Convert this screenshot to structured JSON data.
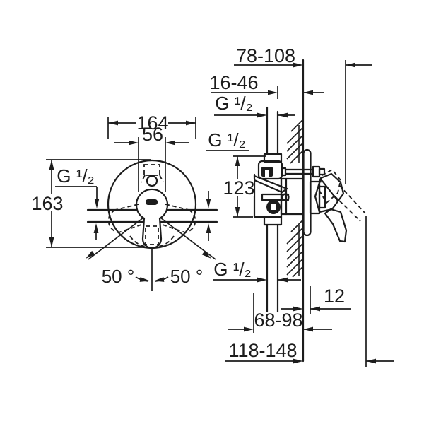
{
  "canvas": {
    "background": "#ffffff",
    "line_color": "#1c1c1c"
  },
  "front_view": {
    "width_label": "164",
    "cartridge_width_label": "56",
    "height_label": "163",
    "thread_label": "G ¹/₂",
    "swing_left_label": "50 °",
    "swing_right_label": "50 °"
  },
  "side_view": {
    "depth_range_label": "78-108",
    "recess_range_label": "16-46",
    "thread_top_label": "G ¹/₂",
    "thread_mid_label": "G ¹/₂",
    "thread_bottom_label": "G ¹/₂",
    "body_height_label": "123",
    "plate_offset_label": "12",
    "lever_closed_label": "68-98",
    "lever_open_label": "118-148"
  }
}
